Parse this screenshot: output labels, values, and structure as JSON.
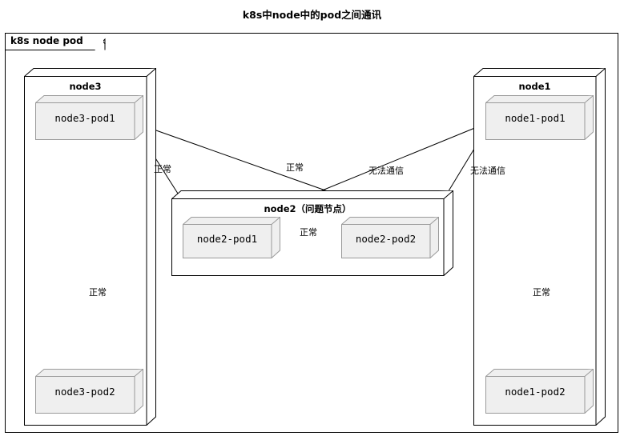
{
  "title": "k8s中node中的pod之间通讯",
  "package": {
    "label": "k8s node pod"
  },
  "nodes": [
    {
      "id": "node3",
      "title": "node3",
      "pods": [
        {
          "id": "node3-pod1",
          "label": "node3-pod1"
        },
        {
          "id": "node3-pod2",
          "label": "node3-pod2"
        }
      ],
      "internal_link_label": "正常"
    },
    {
      "id": "node2",
      "title": "node2（问题节点）",
      "pods": [
        {
          "id": "node2-pod1",
          "label": "node2-pod1"
        },
        {
          "id": "node2-pod2",
          "label": "node2-pod2"
        }
      ],
      "internal_link_label": "正常"
    },
    {
      "id": "node1",
      "title": "node1",
      "pods": [
        {
          "id": "node1-pod1",
          "label": "node1-pod1"
        },
        {
          "id": "node1-pod2",
          "label": "node1-pod2"
        }
      ],
      "internal_link_label": "正常"
    }
  ],
  "edges": [
    {
      "id": "e1",
      "from": "node3-pod1",
      "to": "node2-pod1",
      "label": "正常"
    },
    {
      "id": "e2",
      "from": "node3-pod1",
      "to": "node2-pod2",
      "label": "无法通信"
    },
    {
      "id": "e3",
      "from": "node1-pod1",
      "to": "node2-pod2",
      "label": "正常"
    },
    {
      "id": "e4",
      "from": "node1-pod1",
      "to": "node2-pod1",
      "label": "无法通信"
    },
    {
      "id": "e5",
      "from": "node3-pod1",
      "to": "node3-pod2",
      "label": "正常"
    },
    {
      "id": "e6",
      "from": "node1-pod1",
      "to": "node1-pod2",
      "label": "正常"
    },
    {
      "id": "e7",
      "from": "node2-pod1",
      "to": "node2-pod2",
      "label": "正常"
    }
  ],
  "edge_labels": {
    "left_cross": "正常",
    "center_cross": "正常",
    "right_cross": "无法通信",
    "far_right_cross": "无法通信",
    "node3_internal": "正常",
    "node1_internal": "正常",
    "node2_internal": "正常"
  },
  "colors": {
    "background": "#ffffff",
    "stroke": "#000000",
    "pod_fill": "#efefef",
    "pod_stroke": "#9a9a9a",
    "depth_fill": "#ffffff"
  }
}
